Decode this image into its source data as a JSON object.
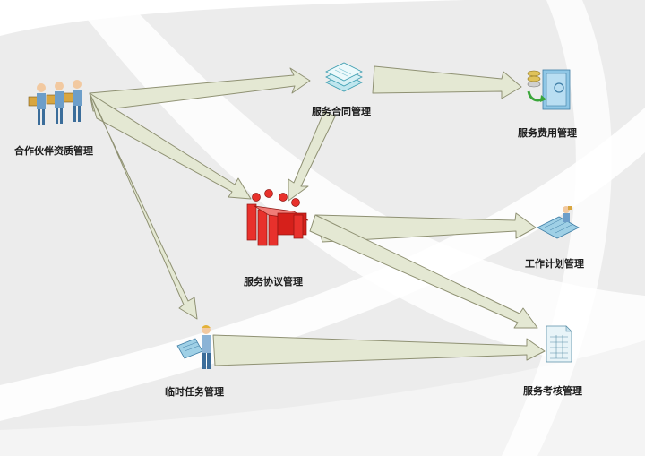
{
  "nodes": {
    "partner": {
      "label": "合作伙伴资质管理",
      "icon": "workers-icon"
    },
    "contract": {
      "label": "服务合同管理",
      "icon": "documents-stack-icon"
    },
    "fee": {
      "label": "服务费用管理",
      "icon": "safe-money-icon"
    },
    "agreement": {
      "label": "服务协议管理",
      "icon": "meeting-table-icon"
    },
    "plan": {
      "label": "工作计划管理",
      "icon": "planner-desk-icon"
    },
    "assessment": {
      "label": "服务考核管理",
      "icon": "spreadsheet-icon"
    },
    "temp_task": {
      "label": "临时任务管理",
      "icon": "worker-blueprint-icon"
    }
  },
  "colors": {
    "arrow_fill": "#e6ead6",
    "arrow_stroke": "#8a8c6e",
    "background": "#efefef",
    "band": "#ffffff",
    "agreement_red": "#e8312c"
  }
}
